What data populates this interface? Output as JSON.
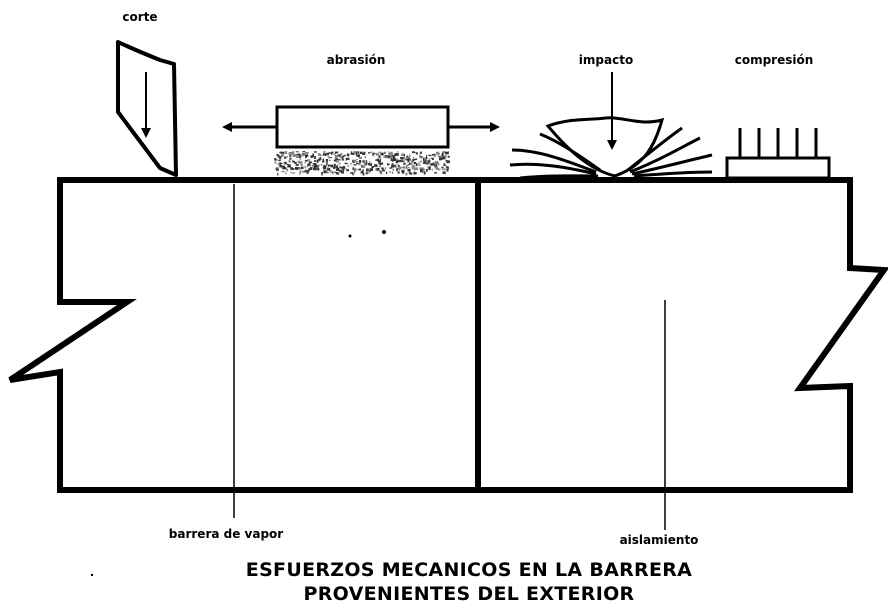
{
  "labels": {
    "corte": "corte",
    "abrasion": "abrasión",
    "impacto": "impacto",
    "compresion": "compresión",
    "barrera_vapor": "barrera de vapor",
    "aislamiento": "aislamiento"
  },
  "title": {
    "line1": "ESFUERZOS MECANICOS EN LA BARRERA",
    "line2": "PROVENIENTES DEL EXTERIOR"
  },
  "colors": {
    "ink": "#000000",
    "paper": "#ffffff",
    "texture": "#555555"
  },
  "icons": [
    "cutting-blade-icon",
    "abrasion-block-icon",
    "impact-splash-icon",
    "compression-pins-icon"
  ]
}
